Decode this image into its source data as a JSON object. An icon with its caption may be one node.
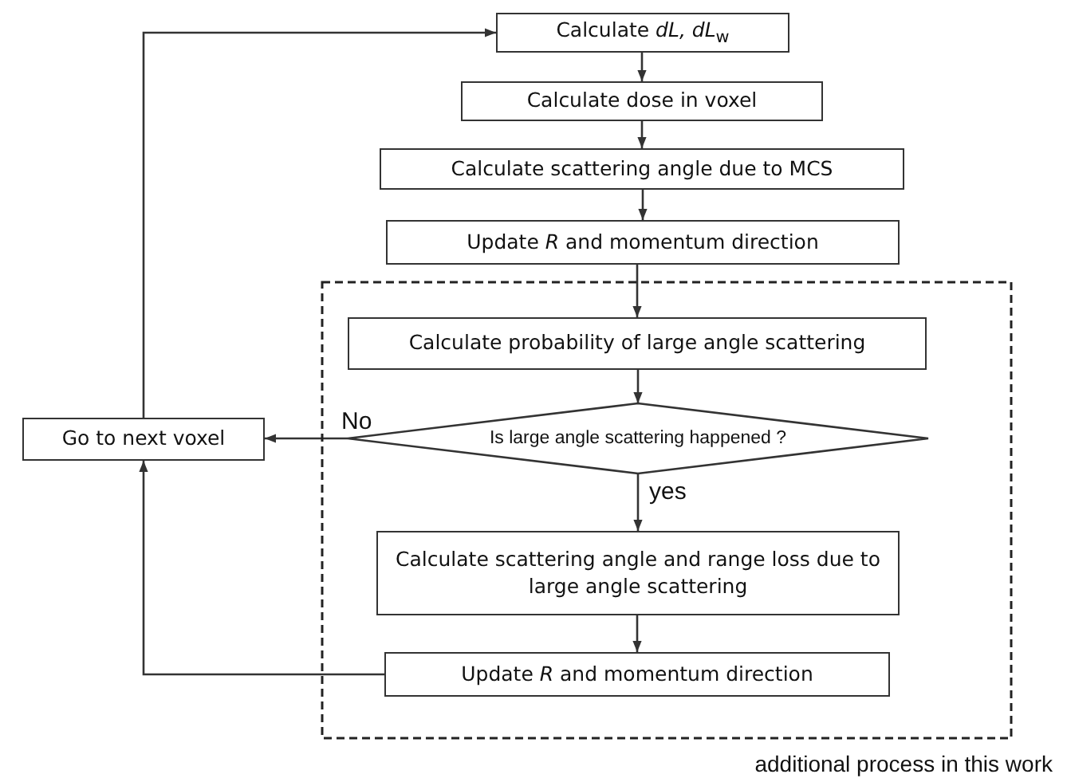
{
  "diagram": {
    "nodes": [
      {
        "text": [
          "Calculate *dL, dL*$_{w}$"
        ]
      },
      {
        "text": [
          "Calculate dose in voxel"
        ]
      },
      {
        "text": [
          "Calculate scattering angle due to MCS"
        ]
      },
      {
        "text": [
          "Update *R* and momentum direction"
        ]
      },
      {
        "text": [
          "additional process in this work"
        ]
      },
      {
        "text": [
          "Calculate probability of large angle scattering"
        ],
        "in": 4
      },
      {
        "text": [
          "Is large angle scattering happened ?"
        ],
        "in": 4
      },
      {
        "text": [
          "Calculate scattering angle and range loss due to large angle scattering"
        ],
        "in": 4
      },
      {
        "text": [
          "Update *R* and momentum direction"
        ],
        "in": 4
      },
      {
        "text": [
          "Go to next voxel"
        ]
      }
    ],
    "edges": [
      {
        "from": 0,
        "to": 1,
        "arrow": "to"
      },
      {
        "from": 1,
        "to": 2,
        "arrow": "to"
      },
      {
        "from": 2,
        "to": 3,
        "arrow": "to"
      },
      {
        "from": 3,
        "to": 5,
        "arrow": "to"
      },
      {
        "from": 5,
        "to": 6,
        "arrow": "to"
      },
      {
        "from": 6,
        "to": 9,
        "arrow": "to",
        "label": "No"
      },
      {
        "from": 6,
        "to": 7,
        "arrow": "to",
        "label": "yes"
      },
      {
        "from": 7,
        "to": 8,
        "arrow": "to"
      },
      {
        "from": 8,
        "to": 9,
        "arrow": "to"
      },
      {
        "from": 9,
        "to": 0,
        "arrow": "to"
      }
    ]
  }
}
